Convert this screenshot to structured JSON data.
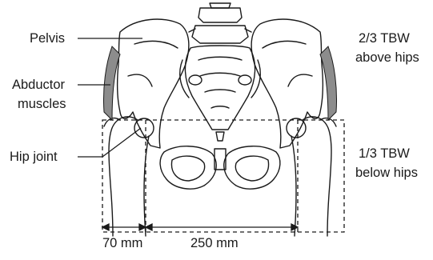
{
  "labels": {
    "pelvis": "Pelvis",
    "abductor_line1": "Abductor",
    "abductor_line2": "muscles",
    "hip_joint": "Hip joint",
    "above_line1": "2/3 TBW",
    "above_line2": "above hips",
    "below_line1": "1/3 TBW",
    "below_line2": "below hips"
  },
  "dimensions": {
    "lever_arm": "70 mm",
    "hip_width": "250 mm"
  },
  "colors": {
    "line": "#1a1a1a",
    "muscle": "#8c8c8c",
    "text": "#1a1a1a"
  }
}
